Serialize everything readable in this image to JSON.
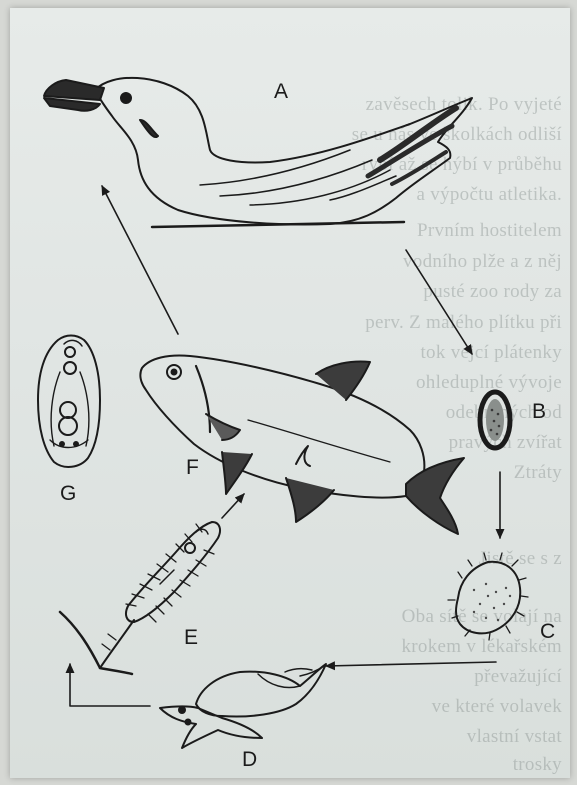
{
  "labels": {
    "a": "A",
    "b": "B",
    "c": "C",
    "d": "D",
    "e": "E",
    "f": "F",
    "g": "G"
  },
  "stages": [
    {
      "key": "A",
      "icon": "gull-icon"
    },
    {
      "key": "B",
      "icon": "egg-icon"
    },
    {
      "key": "C",
      "icon": "ciliated-larva-icon"
    },
    {
      "key": "D",
      "icon": "snail-icon"
    },
    {
      "key": "E",
      "icon": "cercaria-icon"
    },
    {
      "key": "F",
      "icon": "fish-icon"
    },
    {
      "key": "G",
      "icon": "metacercaria-icon"
    }
  ],
  "colors": {
    "ink": "#1b1b1b",
    "page": "#e3e8e6",
    "bleed_through": "#7f8886"
  },
  "bleed_through_text": [
    "zavěsech tolik. Po vyjeté",
    "se u nás ve školkách odliší",
    "rybí až se hýbí v průběhu",
    "a výpočtu atletika.",
    "Prvním hostitelem",
    "vodního plže a z něj",
    "pusté zoo rody za",
    "perv. Z malého plítku při",
    "tok vejcí plátenky",
    "ohleduplné vývoje",
    "odebraných od",
    "pravých zvířat",
    "Ztráty",
    "Jistě se s z",
    "Oba sítě se volají na",
    "krokem v lékařském",
    "převažující",
    "ve které volavek",
    "vlastní vstat",
    "trosky"
  ]
}
